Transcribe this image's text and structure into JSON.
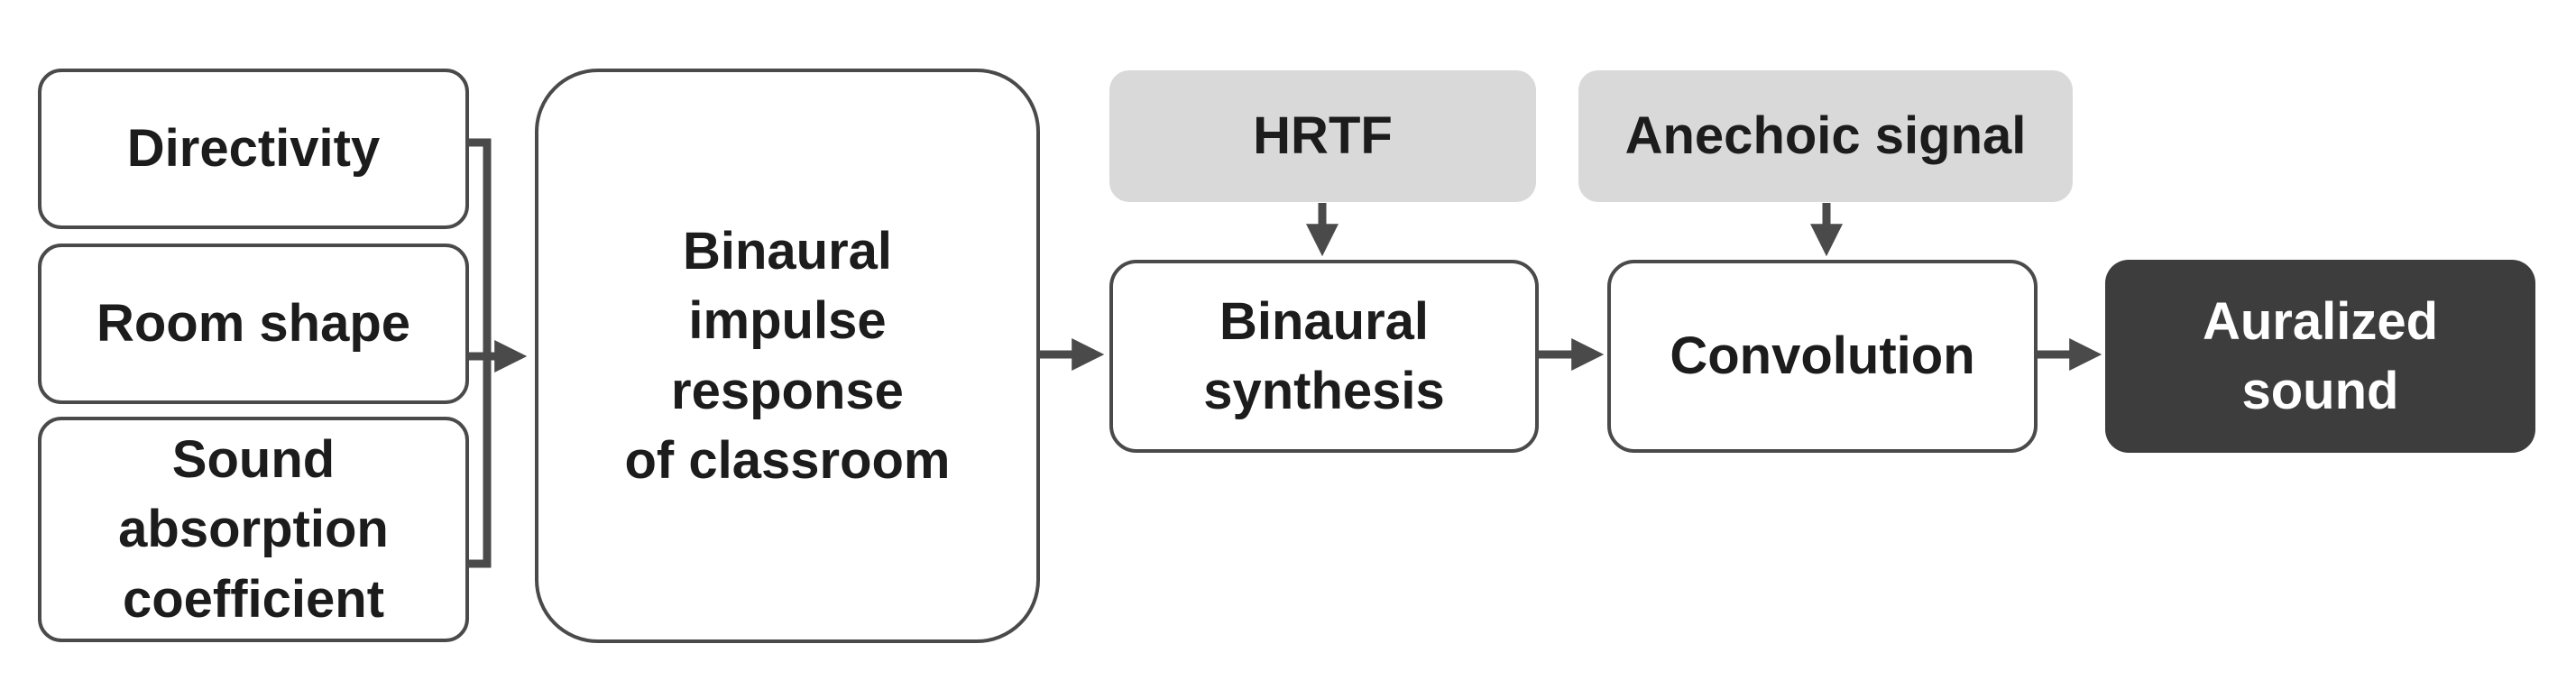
{
  "inputs": {
    "directivity": "Directivity",
    "room_shape": "Room shape",
    "sound_absorption": "Sound\nabsorption\ncoefficient"
  },
  "impulse_response": "Binaural\nimpulse\nresponse\nof classroom",
  "hrtf": "HRTF",
  "binaural_synthesis": "Binaural\nsynthesis",
  "anechoic_signal": "Anechoic signal",
  "convolution": "Convolution",
  "auralized_sound": "Auralized\nsound",
  "colors": {
    "border": "#4a4a4a",
    "arrow": "#4a4a4a",
    "gray_fill": "#d9d9d9",
    "dark_fill": "#3d3d3d",
    "dark_text": "#ffffff"
  }
}
